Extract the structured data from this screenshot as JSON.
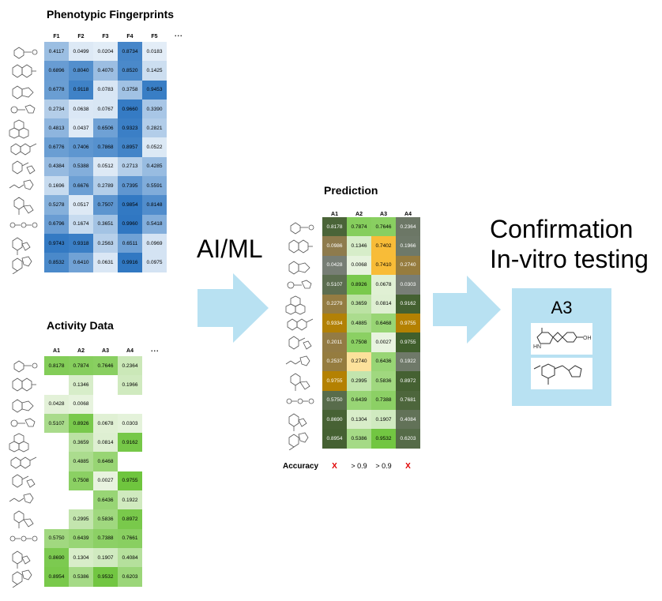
{
  "fingerprints": {
    "title": "Phenotypic Fingerprints",
    "columns": [
      "F1",
      "F2",
      "F3",
      "F4",
      "F5"
    ],
    "more": "...",
    "rows": [
      [
        0.4117,
        0.0499,
        0.0204,
        0.8734,
        0.0183
      ],
      [
        0.6896,
        0.804,
        0.407,
        0.852,
        0.1425
      ],
      [
        0.6778,
        0.9118,
        0.0783,
        0.3758,
        0.9453
      ],
      [
        0.2734,
        0.0638,
        0.0767,
        0.966,
        0.339
      ],
      [
        0.4813,
        0.0437,
        0.6506,
        0.9323,
        0.2821
      ],
      [
        0.6776,
        0.7406,
        0.7868,
        0.8957,
        0.0522
      ],
      [
        0.4384,
        0.5388,
        0.0512,
        0.2713,
        0.4285
      ],
      [
        0.1696,
        0.6676,
        0.2789,
        0.7395,
        0.5591
      ],
      [
        0.5278,
        0.0517,
        0.7507,
        0.9854,
        0.8148
      ],
      [
        0.6796,
        0.1674,
        0.3651,
        0.996,
        0.5418
      ],
      [
        0.9743,
        0.9318,
        0.2563,
        0.6511,
        0.0969
      ],
      [
        0.8532,
        0.641,
        0.0631,
        0.9916,
        0.0975
      ]
    ]
  },
  "activity": {
    "title": "Activity Data",
    "columns": [
      "A1",
      "A2",
      "A3",
      "A4"
    ],
    "more": "...",
    "rows": [
      [
        0.8178,
        0.7874,
        0.7646,
        0.2364
      ],
      [
        null,
        0.1346,
        null,
        0.1966
      ],
      [
        0.0428,
        0.0068,
        null,
        null
      ],
      [
        0.5107,
        0.8926,
        0.0678,
        0.0303
      ],
      [
        null,
        0.3659,
        0.0814,
        0.9162
      ],
      [
        null,
        0.4885,
        0.6468,
        null
      ],
      [
        null,
        0.7508,
        0.0027,
        0.9755
      ],
      [
        null,
        null,
        0.6436,
        0.1922
      ],
      [
        null,
        0.2995,
        0.5836,
        0.8972
      ],
      [
        0.575,
        0.6439,
        0.7388,
        0.7661
      ],
      [
        0.869,
        0.1304,
        0.1907,
        0.4084
      ],
      [
        0.8954,
        0.5386,
        0.9532,
        0.6203
      ]
    ]
  },
  "prediction": {
    "title": "Prediction",
    "columns": [
      "A1",
      "A2",
      "A3",
      "A4"
    ],
    "rows": [
      [
        0.8178,
        0.7874,
        0.7646,
        0.2364
      ],
      [
        0.0986,
        0.1346,
        0.7402,
        0.1966
      ],
      [
        0.0428,
        0.0068,
        0.741,
        0.274
      ],
      [
        0.5107,
        0.8926,
        0.0678,
        0.0303
      ],
      [
        0.2279,
        0.3659,
        0.0814,
        0.9162
      ],
      [
        0.9334,
        0.4885,
        0.6468,
        0.9755
      ],
      [
        0.2011,
        0.7508,
        0.0027,
        0.9755
      ],
      [
        0.2537,
        0.274,
        0.6436,
        0.1922
      ],
      [
        0.9755,
        0.2995,
        0.5836,
        0.8972
      ],
      [
        0.575,
        0.6439,
        0.7388,
        0.7681
      ],
      [
        0.869,
        0.1304,
        0.1907,
        0.4084
      ],
      [
        0.8954,
        0.5386,
        0.9532,
        0.6203
      ]
    ],
    "known": [
      [
        1,
        1,
        1,
        1
      ],
      [
        0,
        1,
        0,
        1
      ],
      [
        1,
        1,
        0,
        0
      ],
      [
        1,
        1,
        1,
        1
      ],
      [
        0,
        1,
        1,
        1
      ],
      [
        0,
        1,
        1,
        0
      ],
      [
        0,
        1,
        1,
        1
      ],
      [
        0,
        0,
        1,
        1
      ],
      [
        0,
        1,
        1,
        1
      ],
      [
        1,
        1,
        1,
        1
      ],
      [
        1,
        1,
        1,
        1
      ],
      [
        1,
        1,
        1,
        1
      ]
    ],
    "accuracy_label": "Accuracy",
    "accuracy": [
      "X",
      "> 0.9",
      "> 0.9",
      "X"
    ]
  },
  "method": {
    "label": "AI/ML"
  },
  "confirmation": {
    "line1": "Confirmation",
    "line2": "In-vitro testing",
    "box_label": "A3"
  },
  "colors": {
    "blue": "#2f77c2",
    "green": "#6cc43a",
    "prediction_dark": "#3f5e2a",
    "orange": "#f5a800",
    "arrow": "#b8e1f2",
    "accuracy_x": "#e00000"
  }
}
